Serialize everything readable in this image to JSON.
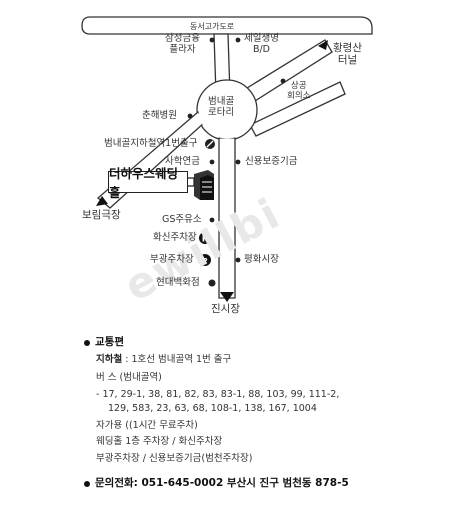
{
  "map": {
    "road_top": "동서고가도로",
    "samsung": "삼성금융\n플라자",
    "jeil": "제일생명\nB/D",
    "hwangryeong": "황령산\n터널",
    "sanggong": "상공\n회의소",
    "rotary": "범내골\n로타리",
    "chunhae": "춘해병원",
    "subway_exit": "범내골지하철역1번출구",
    "sahak": "사학연금",
    "sinyong": "신용보증기금",
    "venue": "더하우스웨딩홀",
    "borim": "보림극장",
    "gs": "GS주유소",
    "hwasin": "화신주차장",
    "bugwang": "부광주차장",
    "pyeonghwa": "평화시장",
    "hyundai": "현대백화점",
    "jinsijang": "진시장",
    "watermark": "ewillbi"
  },
  "info": {
    "section_title": "교통편",
    "subway_label": "지하철",
    "subway_text": "1호선 범내골역 1번 출구",
    "bus_label": "버 스 (범내골역)",
    "bus_routes_1": "- 17, 29-1, 38, 81, 82, 83, 83-1, 88, 103, 99, 111-2,",
    "bus_routes_2": "129, 583, 23, 63, 68, 108-1, 138, 167, 1004",
    "car_label": "자가용 ((1시간 무료주차)",
    "car_line_1": "웨딩홀 1층 주차장 / 화신주차장",
    "car_line_2": "부광주차장 / 신용보증기금(범천주차장)",
    "contact_label": "문의전화",
    "contact_text": ": 051-645-0002 부산시 진구 범천동 878-5"
  },
  "colors": {
    "road_fill": "#ffffff",
    "road_stroke": "#333333",
    "text": "#333333"
  }
}
